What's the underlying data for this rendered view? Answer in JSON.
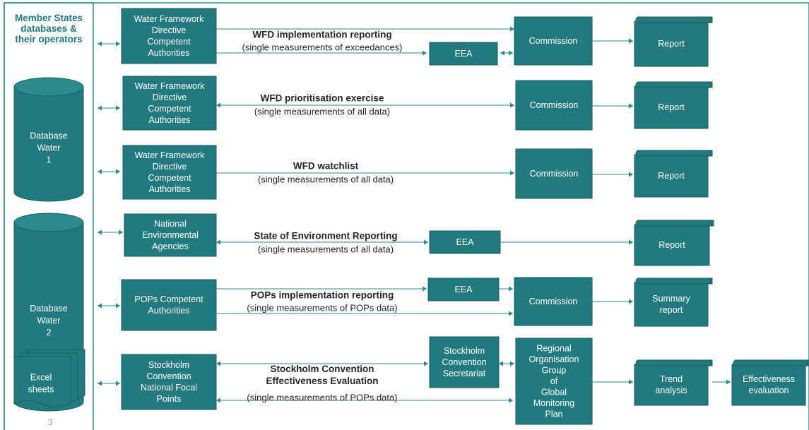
{
  "left_panel": {
    "title": [
      "Member States",
      "databases &",
      "their operators"
    ],
    "cylinders": [
      {
        "lines": [
          "Database",
          "Water",
          "1"
        ]
      },
      {
        "lines": [
          "Database",
          "Water",
          "2"
        ]
      }
    ],
    "sheets": {
      "lines": [
        "Excel",
        "sheets"
      ]
    },
    "page_number": "3"
  },
  "rows": [
    {
      "authority": [
        "Water Framework",
        "Directive",
        "Competent",
        "Authorities"
      ],
      "title": "WFD implementation  reporting",
      "subtitle": "(single measurements of exceedances)",
      "middle": "EEA",
      "recipient": [
        "Commission"
      ],
      "report": [
        "Report"
      ]
    },
    {
      "authority": [
        "Water Framework",
        "Directive",
        "Competent",
        "Authorities"
      ],
      "title": "WFD prioritisation exercise",
      "subtitle": "(single measurements of all data)",
      "recipient": [
        "Commission"
      ],
      "report": [
        "Report"
      ]
    },
    {
      "authority": [
        "Water Framework",
        "Directive",
        "Competent",
        "Authorities"
      ],
      "title": "WFD watchlist",
      "subtitle": "(single measurements of all data)",
      "recipient": [
        "Commission"
      ],
      "report": [
        "Report"
      ]
    },
    {
      "authority": [
        "National",
        "Environmental",
        "Agencies"
      ],
      "title": "State of Environment Reporting",
      "subtitle": "(single measurements of all data)",
      "middle": "EEA",
      "report": [
        "Report"
      ]
    },
    {
      "authority": [
        "POPs Competent",
        "Authorities"
      ],
      "title": "POPs implementation reporting",
      "subtitle": "(single measurements of POPs data)",
      "middle": "EEA",
      "recipient": [
        "Commission"
      ],
      "report": [
        "Summary",
        "report"
      ]
    },
    {
      "authority": [
        "Stockholm",
        "Convention",
        "National Focal",
        "Points"
      ],
      "title": [
        "Stockholm Convention",
        "Effectiveness Evaluation"
      ],
      "subtitle": "(single measurements of POPs data)",
      "middle": [
        "Stockholm",
        "Convention",
        "Secretariat"
      ],
      "recipient": [
        "Regional",
        "Organisation",
        "Group",
        "of",
        "Global",
        "Monitoring",
        "Plan"
      ],
      "report": [
        "Trend",
        "analysis"
      ],
      "final": [
        "Effectiveness",
        "evaluation"
      ]
    }
  ],
  "colors": {
    "box": "#237a7e",
    "line": "#2b8a8e",
    "title": "#1f7a7e"
  }
}
